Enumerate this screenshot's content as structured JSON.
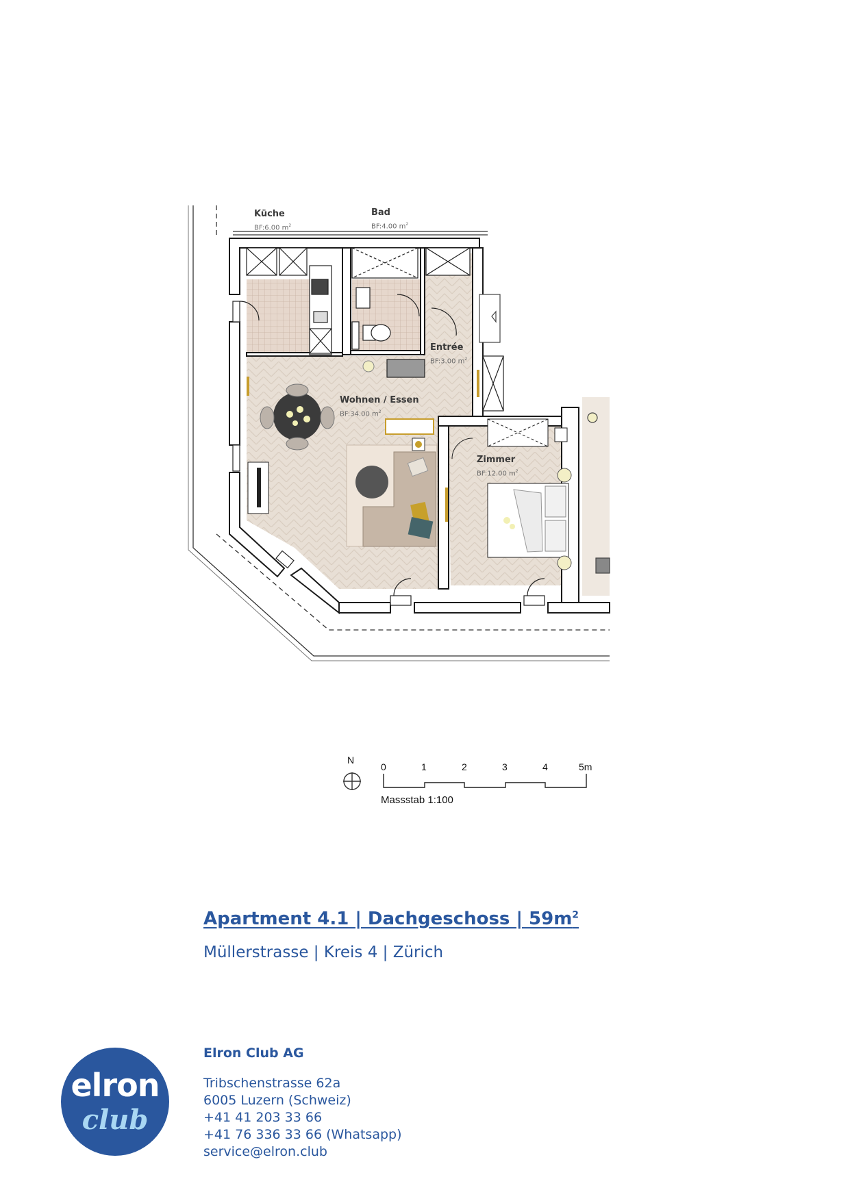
{
  "rooms": [
    {
      "name": "Küche",
      "area": "BF:6.00 m",
      "sup": "2"
    },
    {
      "name": "Bad",
      "area": "BF:4.00 m",
      "sup": "2"
    },
    {
      "name": "Entrée",
      "area": "BF:3.00 m",
      "sup": "2"
    },
    {
      "name": "Wohnen / Essen",
      "area": "BF:34.00 m",
      "sup": "2"
    },
    {
      "name": "Zimmer",
      "area": "BF:12.00 m",
      "sup": "2"
    }
  ],
  "compass": {
    "label": "N"
  },
  "scale": {
    "ticks": [
      "0",
      "1",
      "2",
      "3",
      "4",
      "5m"
    ],
    "caption": "Massstab 1:100"
  },
  "listing": {
    "title": "Apartment 4.1 | Dachgeschoss | 59m",
    "title_sup": "2",
    "subtitle": "Müllerstrasse | Kreis 4 | Zürich"
  },
  "company": {
    "name": "Elron Club AG",
    "address_line1": "Tribschenstrasse 62a",
    "address_line2": "6005 Luzern (Schweiz)",
    "phone": "+41 41 203 33 66",
    "whatsapp": "+41 76 336 33 66 (Whatsapp)",
    "email": "service@elron.club"
  },
  "logo": {
    "word1": "elron",
    "word2": "club"
  },
  "colors": {
    "brand_blue": "#2a579e",
    "floor_wood": "#e6ddd3",
    "tile": "#e3d4c9",
    "wall": "#ffffff"
  }
}
